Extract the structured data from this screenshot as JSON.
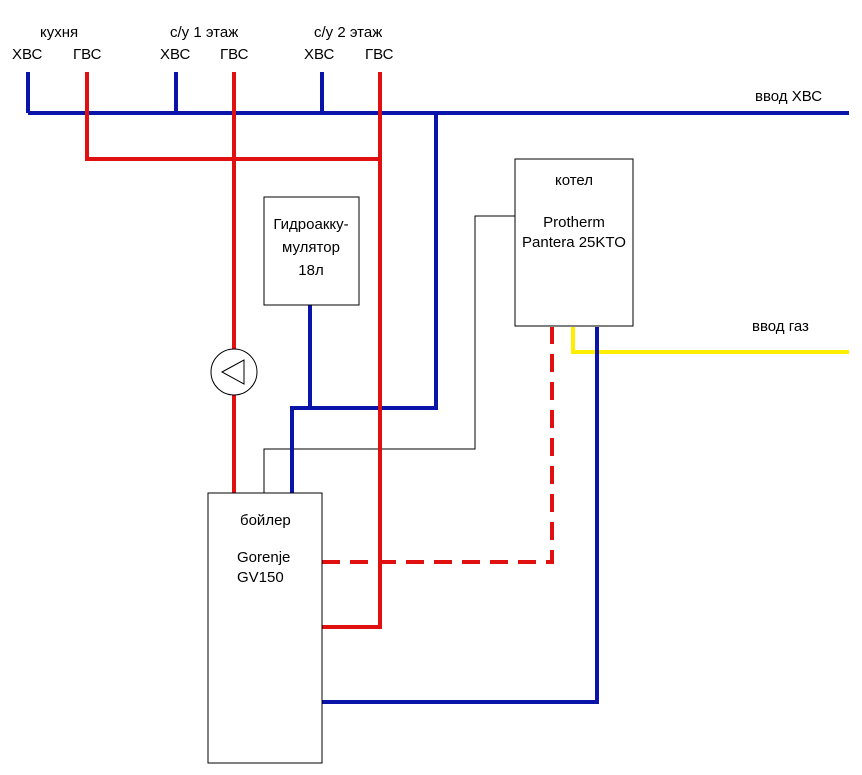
{
  "groups": {
    "kitchen": "кухня",
    "bath1": "с/у 1 этаж",
    "bath2": "с/у 2 этаж"
  },
  "taps": {
    "cold": "ХВС",
    "hot": "ГВС"
  },
  "inputs": {
    "cold_water": "ввод ХВС",
    "gas": "ввод газ"
  },
  "accumulator": {
    "line1": "Гидроакку-",
    "line2": "мулятор",
    "line3": "18л"
  },
  "boiler_gas": {
    "title": "котел",
    "line1": "Protherm",
    "line2": "Pantera 25KTO"
  },
  "water_heater": {
    "title": "бойлер",
    "line1": "Gorenje",
    "line2": "GV150"
  },
  "colors": {
    "cold_pipe": "#0a14a8",
    "hot_pipe": "#e01010",
    "gas_pipe": "#ffee00"
  }
}
